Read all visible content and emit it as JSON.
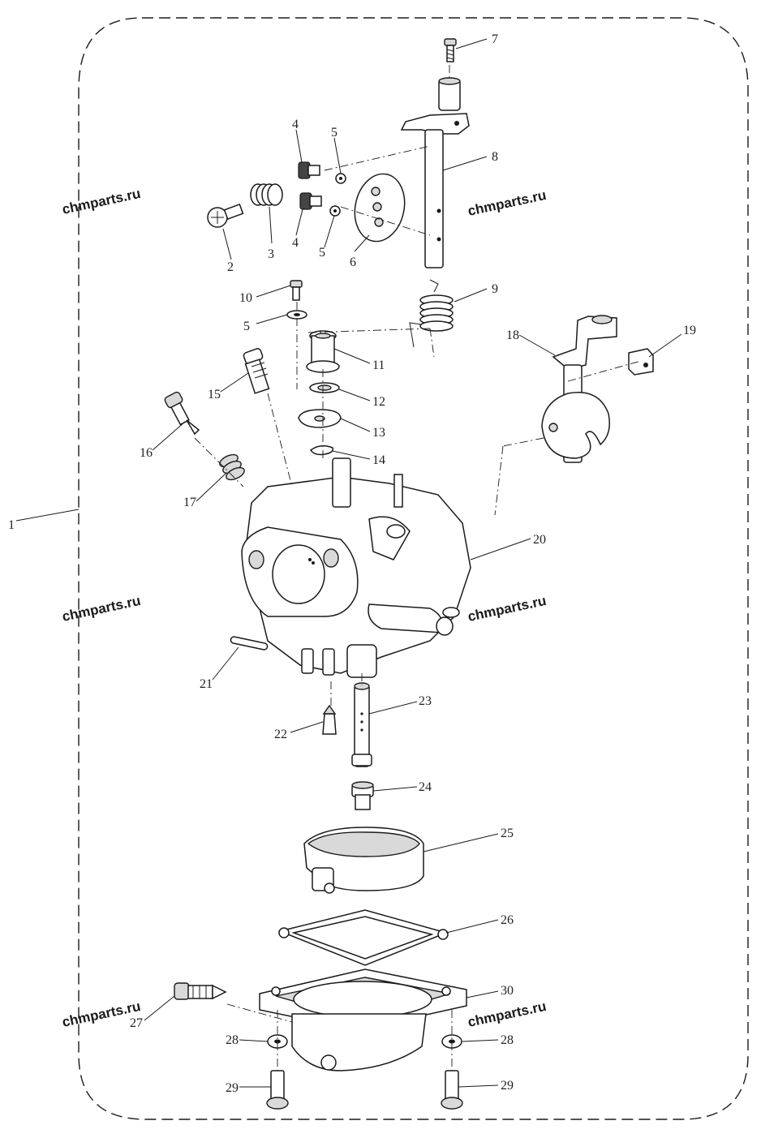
{
  "watermarks": [
    "chmparts.ru",
    "chmparts.ru",
    "chmparts.ru",
    "chmparts.ru",
    "chmparts.ru",
    "chmparts.ru"
  ],
  "callouts": {
    "c1": "1",
    "c2": "2",
    "c3": "3",
    "c4a": "4",
    "c4b": "4",
    "c5a": "5",
    "c5b": "5",
    "c5c": "5",
    "c6": "6",
    "c7": "7",
    "c8": "8",
    "c9": "9",
    "c10": "10",
    "c11": "11",
    "c12": "12",
    "c13": "13",
    "c14": "14",
    "c15": "15",
    "c16": "16",
    "c17": "17",
    "c18": "18",
    "c19": "19",
    "c20": "20",
    "c21": "21",
    "c22": "22",
    "c23": "23",
    "c24": "24",
    "c25": "25",
    "c26": "26",
    "c27": "27",
    "c28a": "28",
    "c28b": "28",
    "c29a": "29",
    "c29b": "29",
    "c30": "30"
  }
}
